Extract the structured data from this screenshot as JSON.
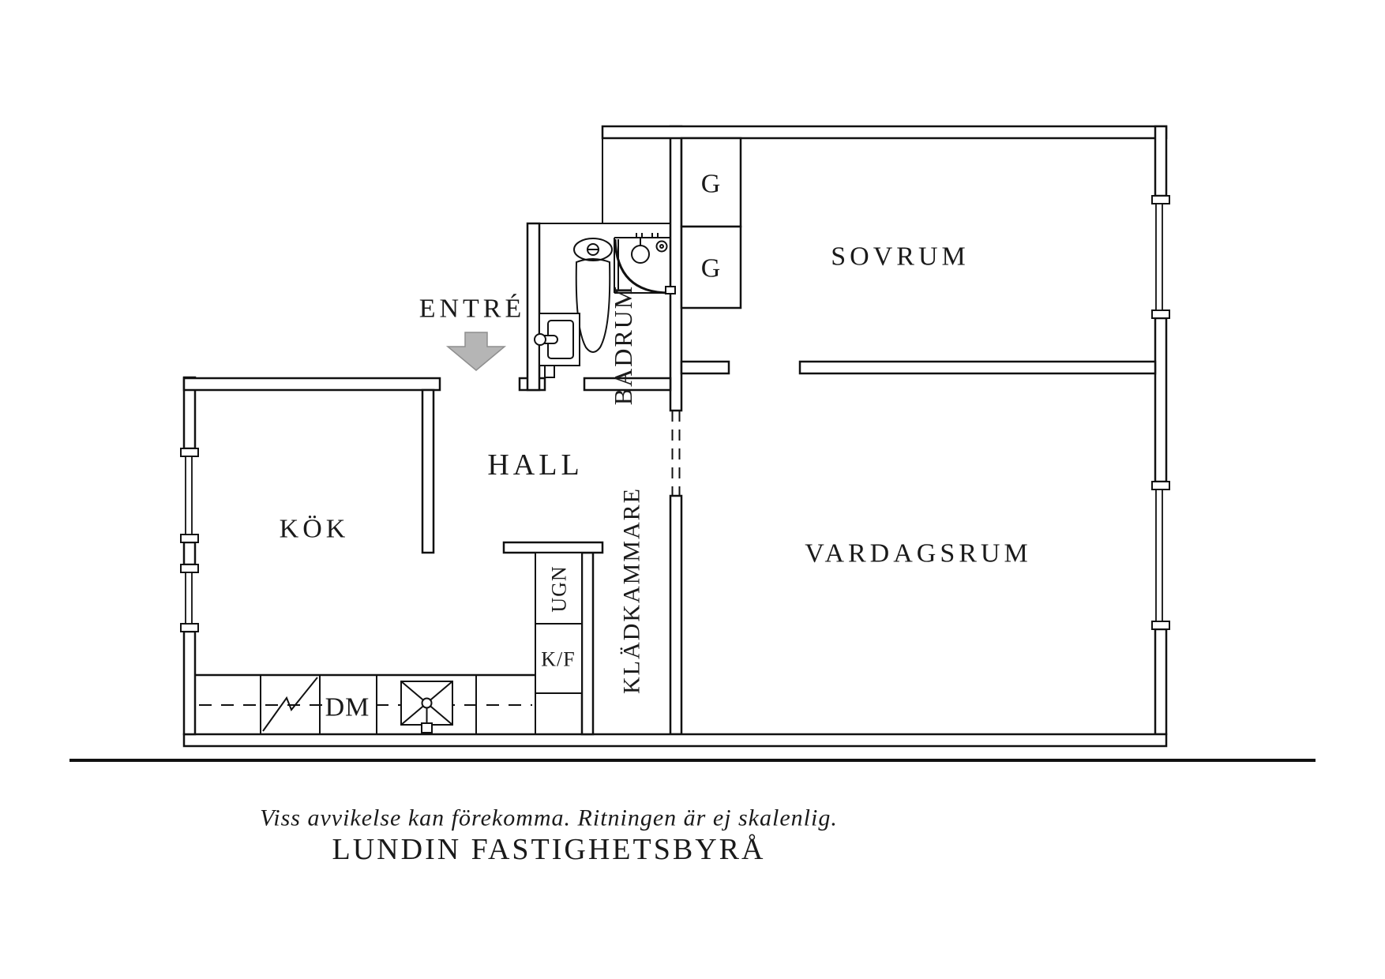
{
  "plan": {
    "rooms": {
      "bedroom": "SOVRUM",
      "living_room": "VARDAGSRUM",
      "kitchen": "KÖK",
      "hall": "HALL",
      "bathroom": "BADRUM",
      "closet": "KLÄDKAMMARE",
      "entrance": "ENTRÉ"
    },
    "fixtures": {
      "wardrobe_1": "G",
      "wardrobe_2": "G",
      "oven": "UGN",
      "fridge_freezer": "K/F",
      "dishwasher": "DM"
    }
  },
  "footer": {
    "disclaimer": "Viss avvikelse kan förekomma. Ritningen är ej skalenlig.",
    "brand": "LUNDIN FASTIGHETSBYRÅ"
  },
  "colors": {
    "line": "#111111",
    "arrow_fill": "#b5b5b5",
    "arrow_stroke": "#8f8f8f",
    "background": "#ffffff"
  }
}
